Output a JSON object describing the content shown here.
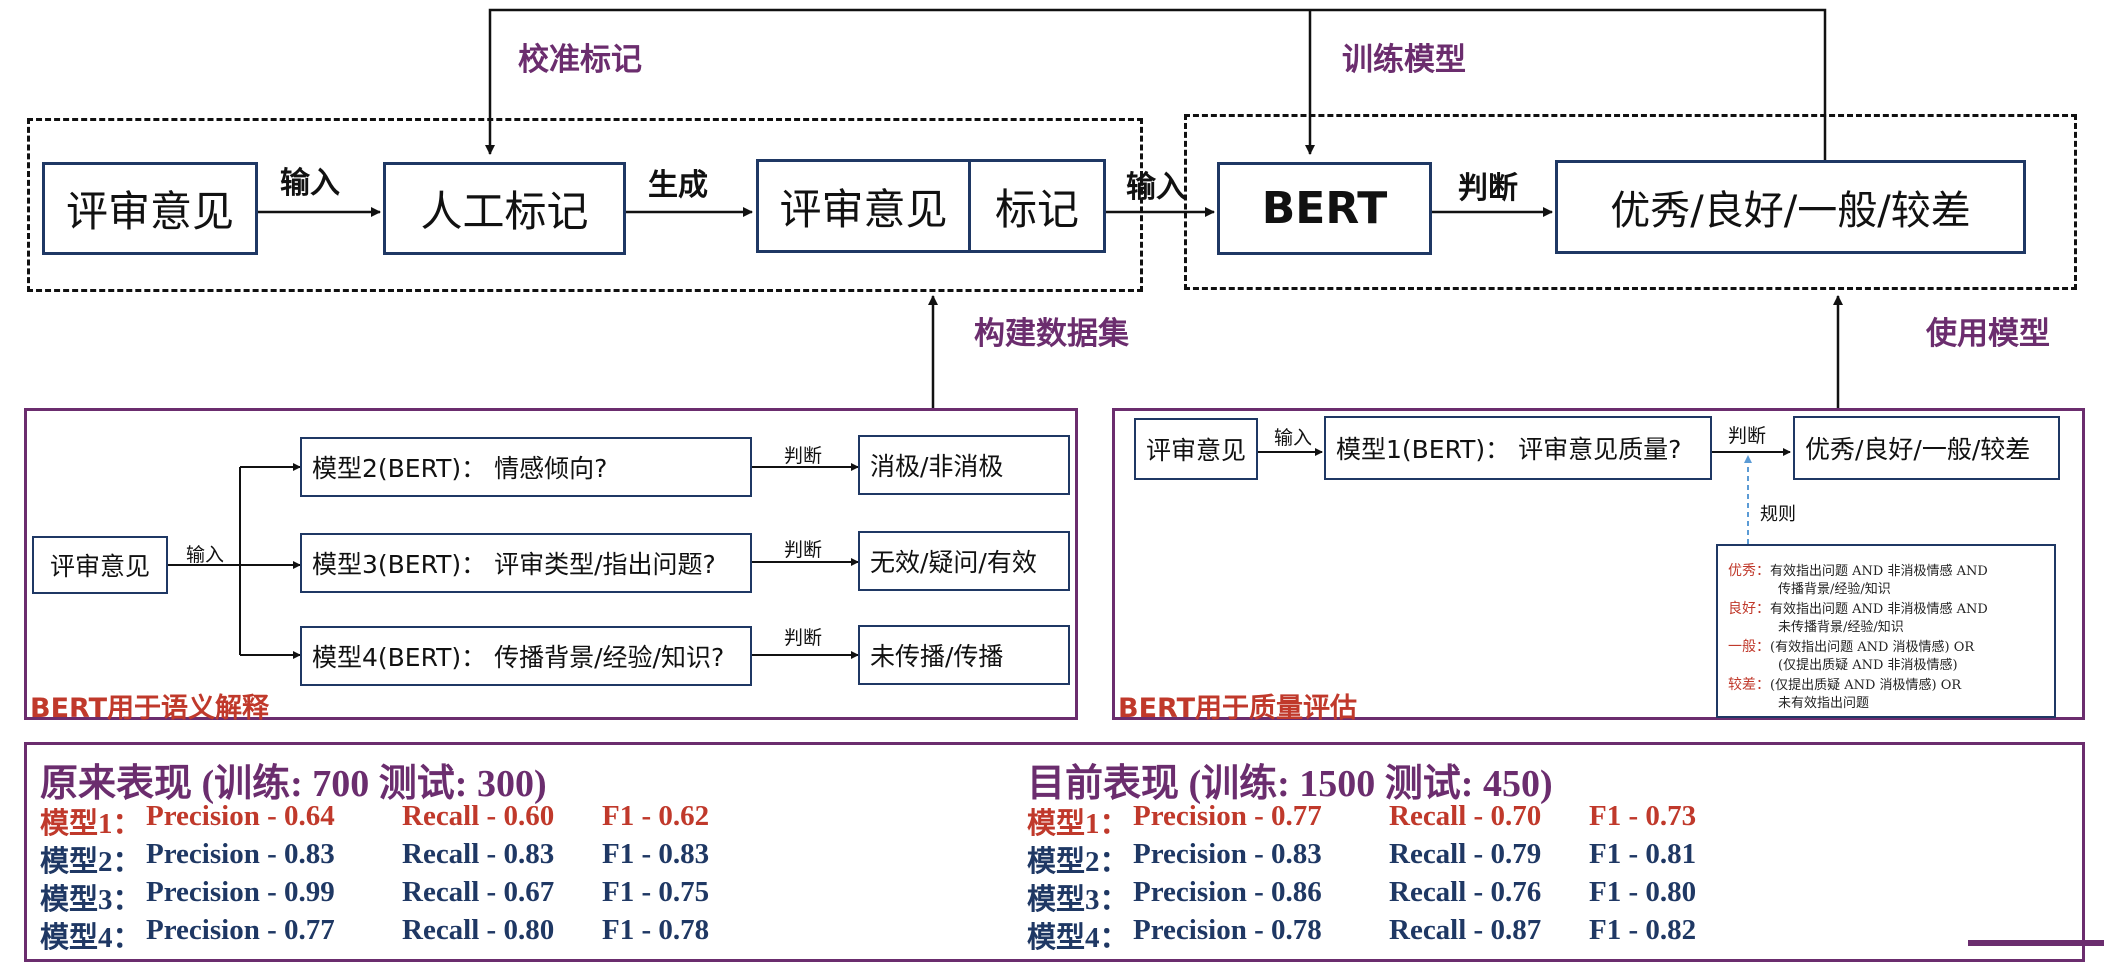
{
  "top": {
    "calibrate_label": "校准标记",
    "train_label": "训练模型",
    "build_dataset_label": "构建数据集",
    "use_model_label": "使用模型",
    "box_review": "评审意见",
    "arrow_input_1": "输入",
    "box_manual_label": "人工标记",
    "arrow_generate": "生成",
    "box_review_2": "评审意见",
    "box_label": "标记",
    "arrow_input_2": "输入",
    "box_bert": "BERT",
    "arrow_judge": "判断",
    "box_quality": "优秀/良好/一般/较差"
  },
  "semantic_panel": {
    "title": "BERT用于语义解释",
    "review": "评审意见",
    "input": "输入",
    "models": [
      {
        "model": "模型2(BERT)：  情感倾向?",
        "judge": "判断",
        "result": "消极/非消极"
      },
      {
        "model": "模型3(BERT)：  评审类型/指出问题?",
        "judge": "判断",
        "result": "无效/疑问/有效"
      },
      {
        "model": "模型4(BERT)：  传播背景/经验/知识?",
        "judge": "判断",
        "result": "未传播/传播"
      }
    ]
  },
  "quality_panel": {
    "title": "BERT用于质量评估",
    "review": "评审意见",
    "input": "输入",
    "model": "模型1(BERT)：  评审意见质量?",
    "judge": "判断",
    "result": "优秀/良好/一般/较差",
    "rule_label": "规则",
    "rules": [
      {
        "key": "优秀：",
        "line1": "有效指出问题 AND 非消极情感 AND",
        "line2": "传播背景/经验/知识"
      },
      {
        "key": "良好：",
        "line1": "有效指出问题 AND 非消极情感 AND",
        "line2": "未传播背景/经验/知识"
      },
      {
        "key": "一般：",
        "line1": "(有效指出问题 AND 消极情感) OR",
        "line2": "(仅提出质疑 AND 非消极情感)"
      },
      {
        "key": "较差：",
        "line1": "(仅提出质疑 AND 消极情感) OR",
        "line2": "未有效指出问题"
      }
    ]
  },
  "performance": {
    "original": {
      "title": "原来表现 (训练: 700  测试: 300)",
      "rows": [
        {
          "model": "模型1：",
          "precision": "Precision - 0.64",
          "recall": "Recall - 0.60",
          "f1": "F1 - 0.62"
        },
        {
          "model": "模型2：",
          "precision": "Precision - 0.83",
          "recall": "Recall - 0.83",
          "f1": "F1 - 0.83"
        },
        {
          "model": "模型3：",
          "precision": "Precision - 0.99",
          "recall": "Recall - 0.67",
          "f1": "F1 - 0.75"
        },
        {
          "model": "模型4：",
          "precision": "Precision - 0.77",
          "recall": "Recall - 0.80",
          "f1": "F1 - 0.78"
        }
      ]
    },
    "current": {
      "title": "目前表现 (训练: 1500  测试: 450)",
      "rows": [
        {
          "model": "模型1：",
          "precision": "Precision - 0.77",
          "recall": "Recall - 0.70",
          "f1": "F1 - 0.73"
        },
        {
          "model": "模型2：",
          "precision": "Precision - 0.83",
          "recall": "Recall - 0.79",
          "f1": "F1 - 0.81"
        },
        {
          "model": "模型3：",
          "precision": "Precision - 0.86",
          "recall": "Recall - 0.76",
          "f1": "F1 - 0.80"
        },
        {
          "model": "模型4：",
          "precision": "Precision - 0.78",
          "recall": "Recall - 0.87",
          "f1": "F1 - 0.82"
        }
      ]
    }
  },
  "colors": {
    "highlight_row": "#c0392b",
    "normal_row": "#1f3864",
    "accent": "#6b2d6e"
  }
}
